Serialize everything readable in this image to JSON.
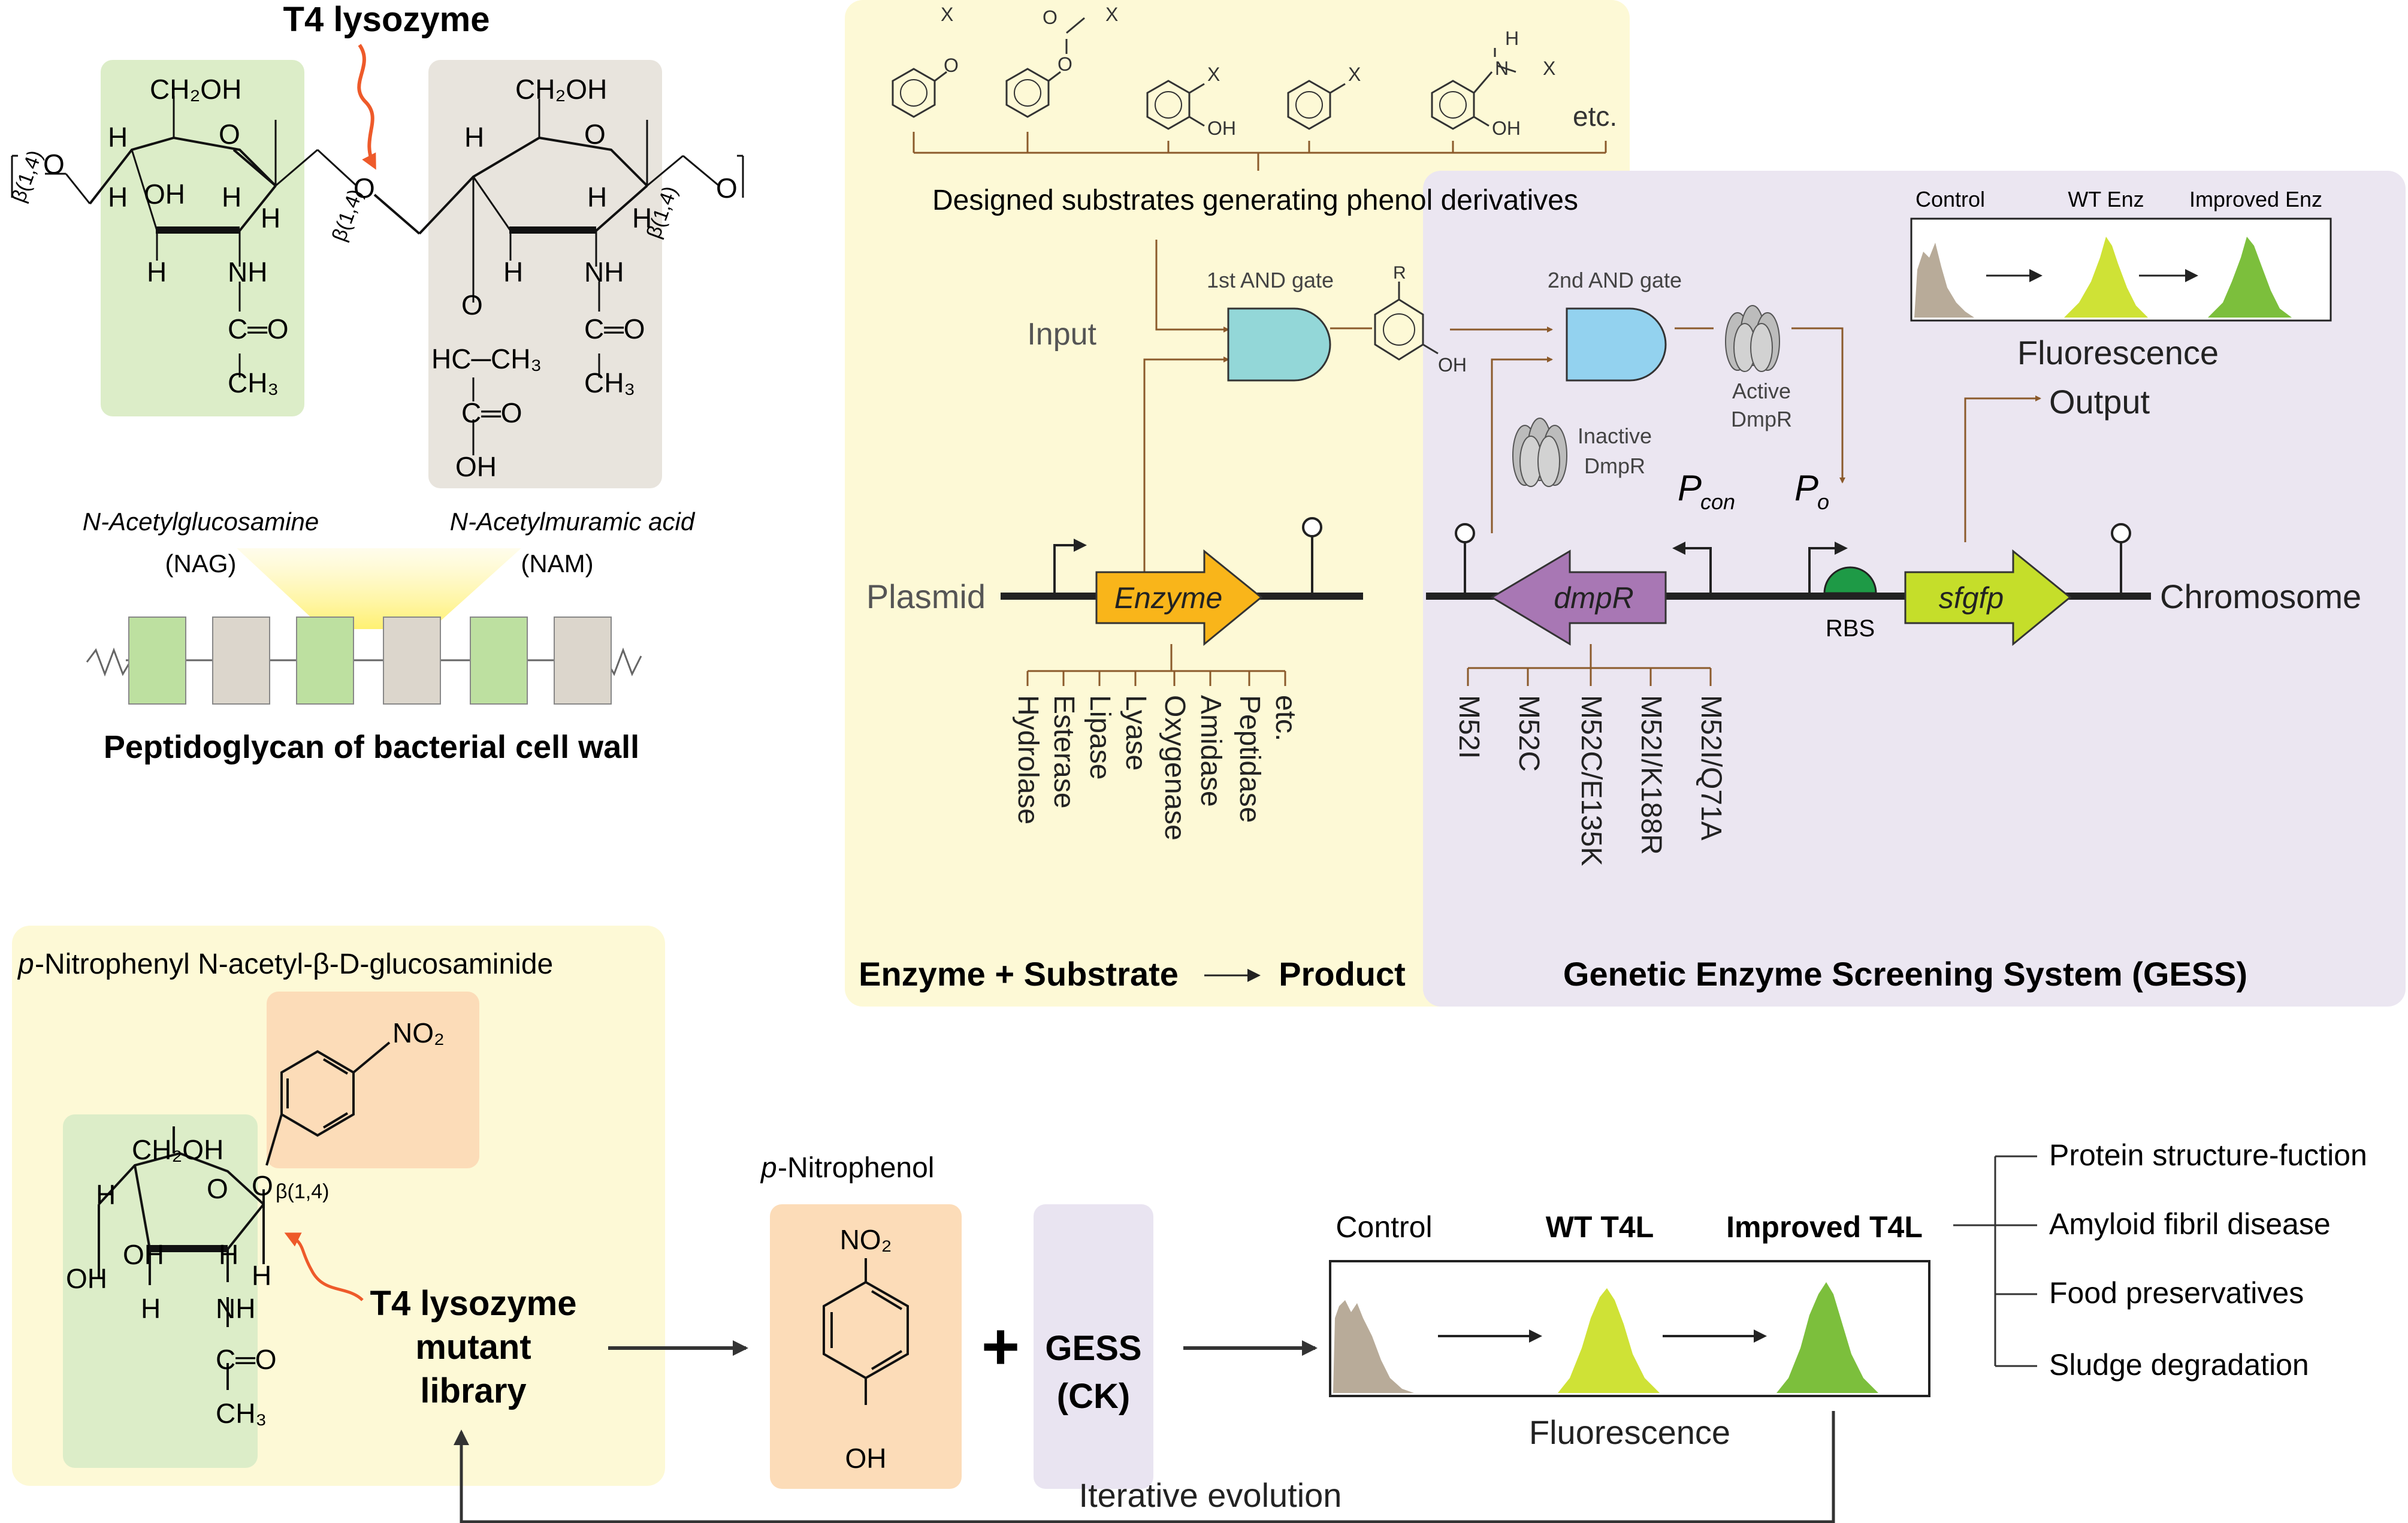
{
  "colors": {
    "nag_box": "#dcedc8",
    "nam_box": "#e8e4dd",
    "enzyme_panel": "#fdf9d6",
    "gess_panel": "#ebe6f1",
    "substrate_box": "#fcdcb8",
    "gess_ck_box": "#e9e4f1",
    "brown_line": "#8b5a2b",
    "red_arrow": "#ee5a2a",
    "and_gate_1": "#93d7d8",
    "and_gate_2": "#93d2ef",
    "enzyme_gene": "#f9b51a",
    "dmpR_gene": "#a877b4",
    "sfgfp_gene": "#c5de2a",
    "rbs": "#1e9a46",
    "hist_control": "#b8ab99",
    "hist_wt": "#cfe236",
    "hist_improved": "#7cbf3c"
  },
  "lysozyme": {
    "title": "T4 lysozyme",
    "ch2oh_1": "CH₂OH",
    "ch2oh_2": "CH₂OH",
    "beta_left": "β(1,4)",
    "beta_mid": "β(1,4)",
    "beta_right": "β(1,4)",
    "O": "O",
    "H": "H",
    "OH": "OH",
    "NH": "NH",
    "CO": "C═O",
    "CH3": "CH₃",
    "lactyl_hc": "HC─CH₃",
    "lactyl_co": "C═O",
    "lactyl_oh": "OH",
    "nag_name": "N-Acetylglucosamine",
    "nag_abbr": "(NAG)",
    "nam_name": "N-Acetylmuramic acid",
    "nam_abbr": "(NAM)",
    "peptidoglycan_caption": "Peptidoglycan of bacterial cell wall"
  },
  "enzyme_panel": {
    "substrate_x": "X",
    "substrate_oh": "OH",
    "substrate_o": "O",
    "substrate_n": "N",
    "substrate_h": "H",
    "substrates_etc": "etc.",
    "substrates_caption": "Designed substrates generating phenol derivatives",
    "input_label": "Input",
    "gate1_label": "1st AND gate",
    "phenol_r": "R",
    "phenol_oh": "OH",
    "plasmid_label": "Plasmid",
    "enzyme_gene_label": "Enzyme",
    "enzyme_classes": [
      "Hydrolase",
      "Esterase",
      "Lipase",
      "Lyase",
      "Oxygenase",
      "Amidase",
      "Peptidase",
      "etc."
    ],
    "bottom_caption_left": "Enzyme + Substrate",
    "bottom_caption_right": "Product"
  },
  "gess_panel": {
    "hist_labels": [
      "Control",
      "WT Enz",
      "Improved Enz"
    ],
    "fluorescence_label": "Fluorescence",
    "output_label": "Output",
    "gate2_label": "2nd AND gate",
    "active_dmpr": [
      "Active",
      "DmpR"
    ],
    "inactive_dmpr": [
      "Inactive",
      "DmpR"
    ],
    "pcon": "P",
    "pcon_sub": "con",
    "po": "P",
    "po_sub": "o",
    "dmpR_gene_label": "dmpR",
    "rbs_label": "RBS",
    "sfgfp_gene_label": "sfgfp",
    "chromosome_label": "Chromosome",
    "mutants": [
      "M52I",
      "M52C",
      "M52C/E135K",
      "M52I/K188R",
      "M52I/Q71A"
    ],
    "bottom_caption": "Genetic Enzyme Screening System (GESS)"
  },
  "bottom": {
    "pnp_glcnac_title_italic": "p",
    "pnp_glcnac_title_rest": "-Nitrophenyl N-acetyl-β-D-glucosaminide",
    "no2": "NO₂",
    "beta": "β(1,4)",
    "library_lines": [
      "T4 lysozyme",
      "mutant",
      "library"
    ],
    "pnp_title_italic": "p",
    "pnp_title_rest": "-Nitrophenol",
    "plus": "+",
    "gess_ck_lines": [
      "GESS",
      "(CK)"
    ],
    "hist_labels": [
      "Control",
      "WT T4L",
      "Improved T4L"
    ],
    "fluorescence_label": "Fluorescence",
    "iterative_label": "Iterative evolution",
    "applications": [
      "Protein structure-fuction",
      "Amyloid fibril disease",
      "Food preservatives",
      "Sludge degradation"
    ]
  }
}
